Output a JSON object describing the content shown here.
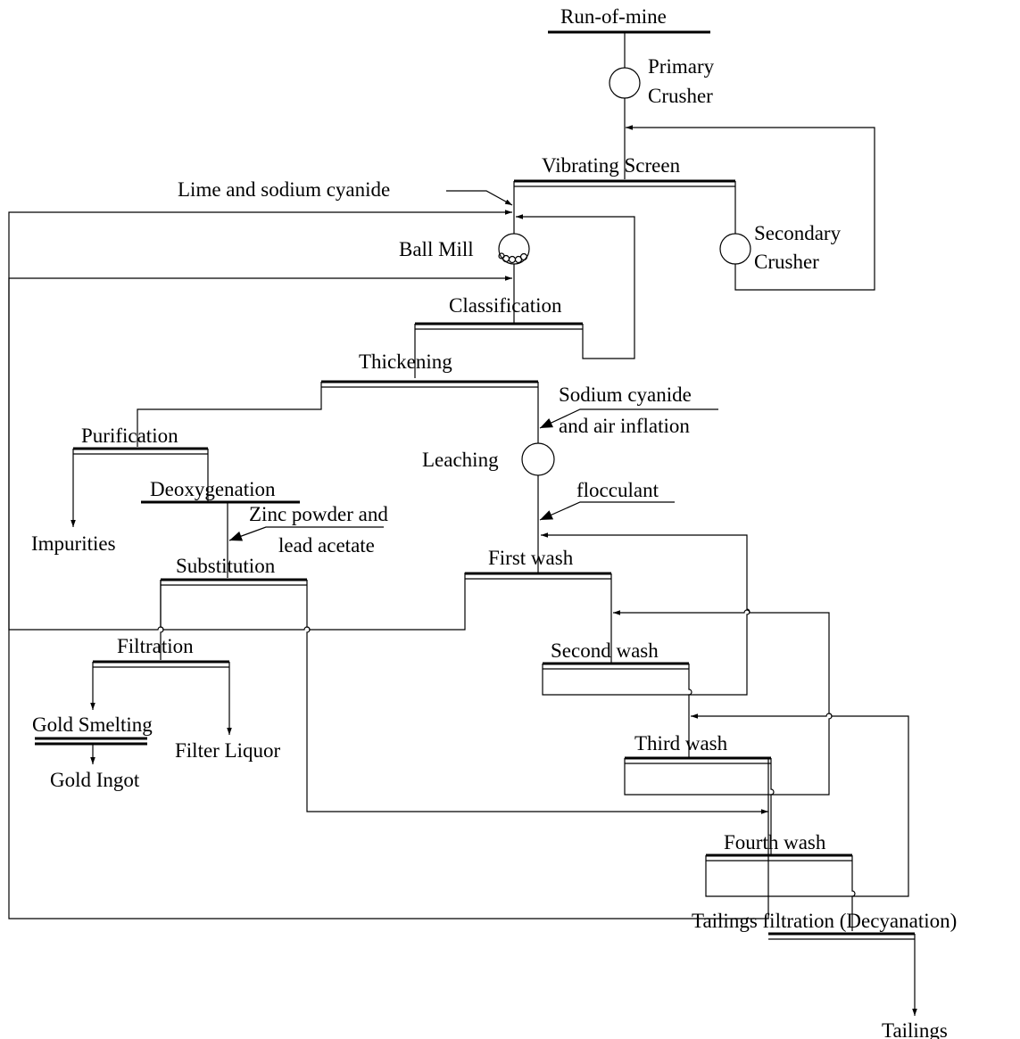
{
  "diagram": {
    "nodes": {
      "run_of_mine": "Run-of-mine",
      "primary_crusher_1": "Primary",
      "primary_crusher_2": "Crusher",
      "vibrating_screen": "Vibrating Screen",
      "lime_cyanide": "Lime and sodium cyanide",
      "ball_mill": "Ball Mill",
      "secondary_crusher_1": "Secondary",
      "secondary_crusher_2": "Crusher",
      "classification": "Classification",
      "thickening": "Thickening",
      "sodium_cyanide_1": "Sodium cyanide",
      "sodium_cyanide_2": "and air inflation",
      "purification": "Purification",
      "leaching": "Leaching",
      "deoxygenation": "Deoxygenation",
      "flocculant": "flocculant",
      "zinc_1": "Zinc powder and",
      "zinc_2": "lead acetate",
      "impurities": "Impurities",
      "substitution": "Substitution",
      "first_wash": "First wash",
      "filtration": "Filtration",
      "second_wash": "Second wash",
      "gold_smelting": "Gold Smelting",
      "filter_liquor": "Filter Liquor",
      "gold_ingot": "Gold Ingot",
      "third_wash": "Third wash",
      "fourth_wash": "Fourth wash",
      "tailings_filtration": "Tailings filtration (Decyanation)",
      "tailings": "Tailings"
    }
  }
}
